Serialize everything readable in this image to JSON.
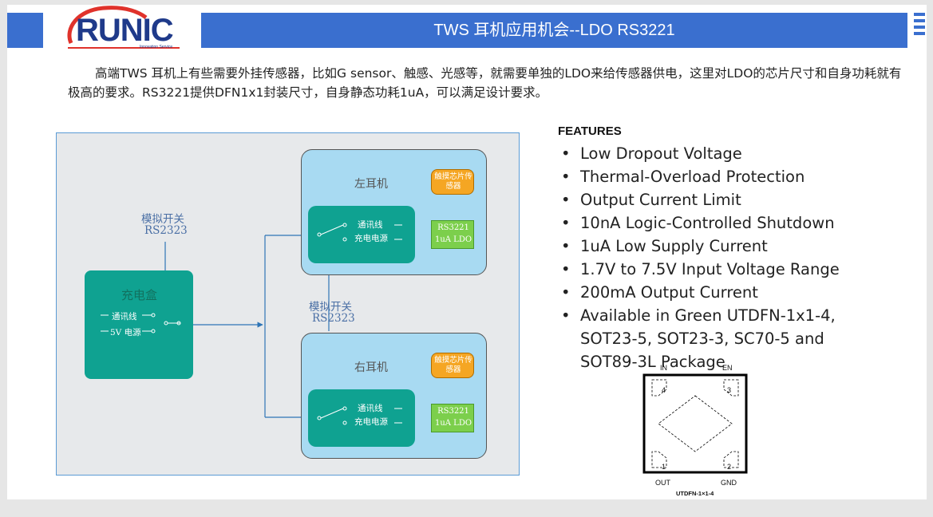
{
  "header": {
    "title": "TWS 耳机应用机会--LDO RS3221",
    "logo_text": "RUNIC",
    "logo_tagline": "Innovation Service"
  },
  "intro_text": "高端TWS 耳机上有些需要外挂传感器，比如G sensor、触感、光感等，就需要单独的LDO来给传感器供电，这里对LDO的芯片尺寸和自身功耗就有极高的要求。RS3221提供DFN1x1封装尺寸，自身静态功耗1uA，可以满足设计要求。",
  "diagram": {
    "switch_label_top": "模拟开关",
    "switch_part_top": "RS2323",
    "switch_label_mid": "模拟开关",
    "switch_part_mid": "RS2323",
    "charger": {
      "title": "充电盒",
      "line1": "通讯线",
      "line2": "5V 电源"
    },
    "left_earbud": {
      "title": "左耳机",
      "line1": "通讯线",
      "line2": "充电电源",
      "sensor": "触摸芯片传感器",
      "ldo_part": "RS3221",
      "ldo_desc": "1uA LDO"
    },
    "right_earbud": {
      "title": "右耳机",
      "line1": "通讯线",
      "line2": "充电电源",
      "sensor": "触摸芯片传感器",
      "ldo_part": "RS3221",
      "ldo_desc": "1uA LDO"
    }
  },
  "features": {
    "title": "FEATURES",
    "items": [
      "Low Dropout Voltage",
      "Thermal-Overload Protection",
      "Output Current Limit",
      "10nA Logic-Controlled Shutdown",
      "1uA Low Supply Current",
      "1.7V to 7.5V Input Voltage Range",
      "200mA Output Current",
      "Available in Green UTDFN-1x1-4, SOT23-5, SOT23-3, SC70-5 and SOT89-3L Package"
    ]
  },
  "package": {
    "pin_in": "IN",
    "pin_en": "EN",
    "pin_out": "OUT",
    "pin_gnd": "GND",
    "pin1": "1",
    "pin2": "2",
    "pin3": "3",
    "pin4": "4",
    "name": "UTDFN-1×1-4"
  },
  "colors": {
    "brand_blue": "#3a6fcf",
    "teal": "#0fa291",
    "sky": "#a8daf2",
    "ldo_green": "#7ccf4c",
    "sensor_orange": "#f5a623",
    "wire": "#2e75b6"
  }
}
